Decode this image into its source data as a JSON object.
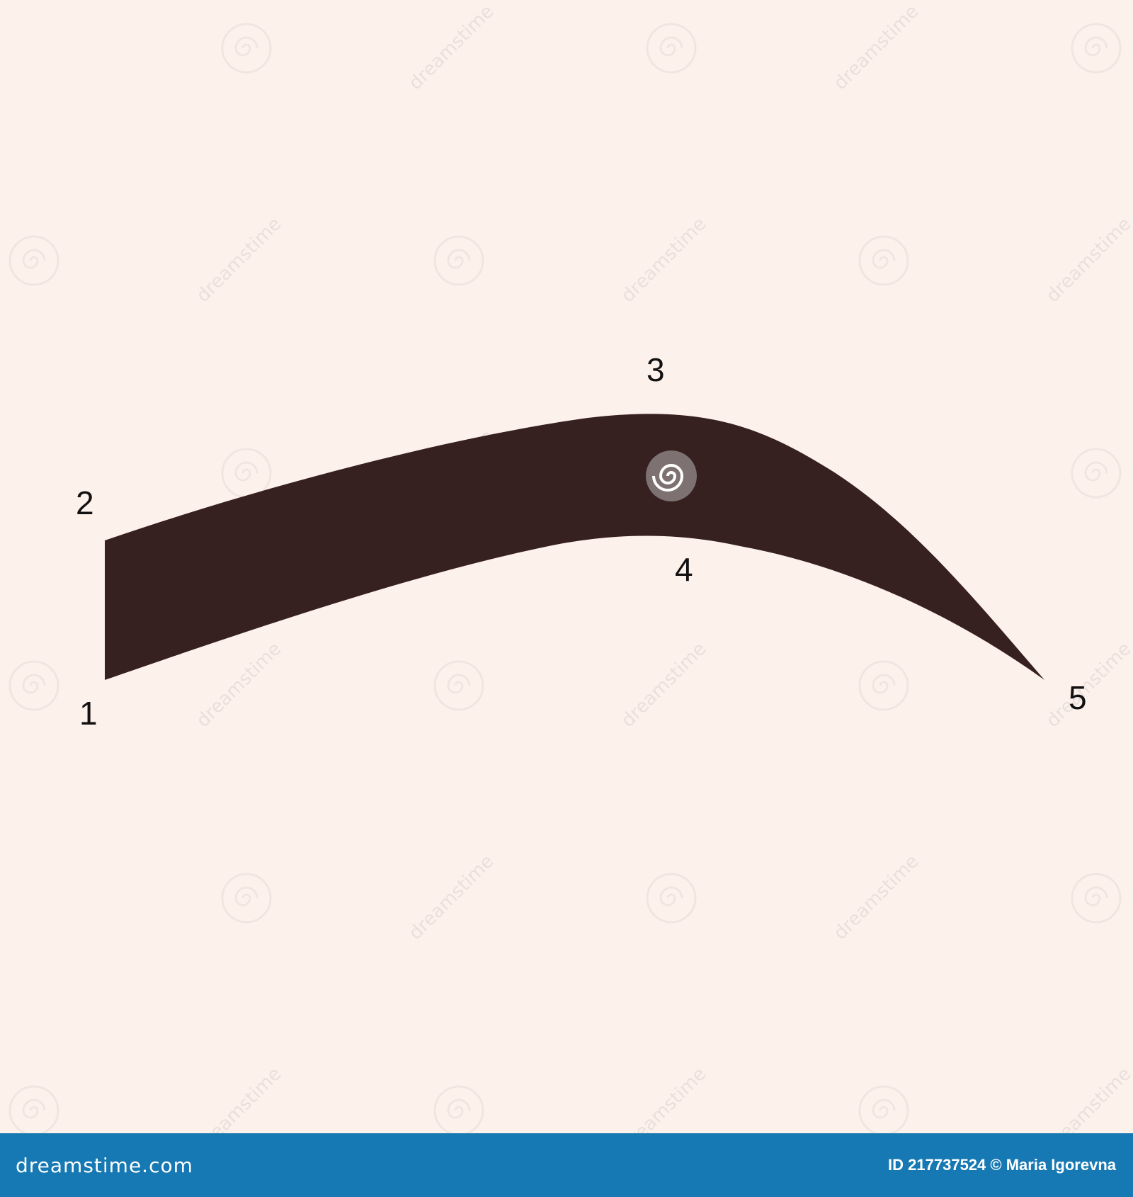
{
  "colors": {
    "background": "#fdf1ec",
    "brow": "#362020",
    "label": "#111111",
    "footer": "#1779b3",
    "watermark": "#d9d2cf"
  },
  "diagram": {
    "points": [
      {
        "id": "1",
        "label": "1",
        "meaning": ""
      },
      {
        "id": "2",
        "label": "2",
        "meaning": ""
      },
      {
        "id": "3",
        "label": "3",
        "meaning": ""
      },
      {
        "id": "4",
        "label": "4",
        "meaning": ""
      },
      {
        "id": "5",
        "label": "5",
        "meaning": ""
      }
    ]
  },
  "footer": {
    "brand": "dreamstime.com",
    "credit": "ID 217737524 © Maria Igorevna"
  },
  "watermark": {
    "text": "dreamstime",
    "icon": "spiral-icon"
  }
}
